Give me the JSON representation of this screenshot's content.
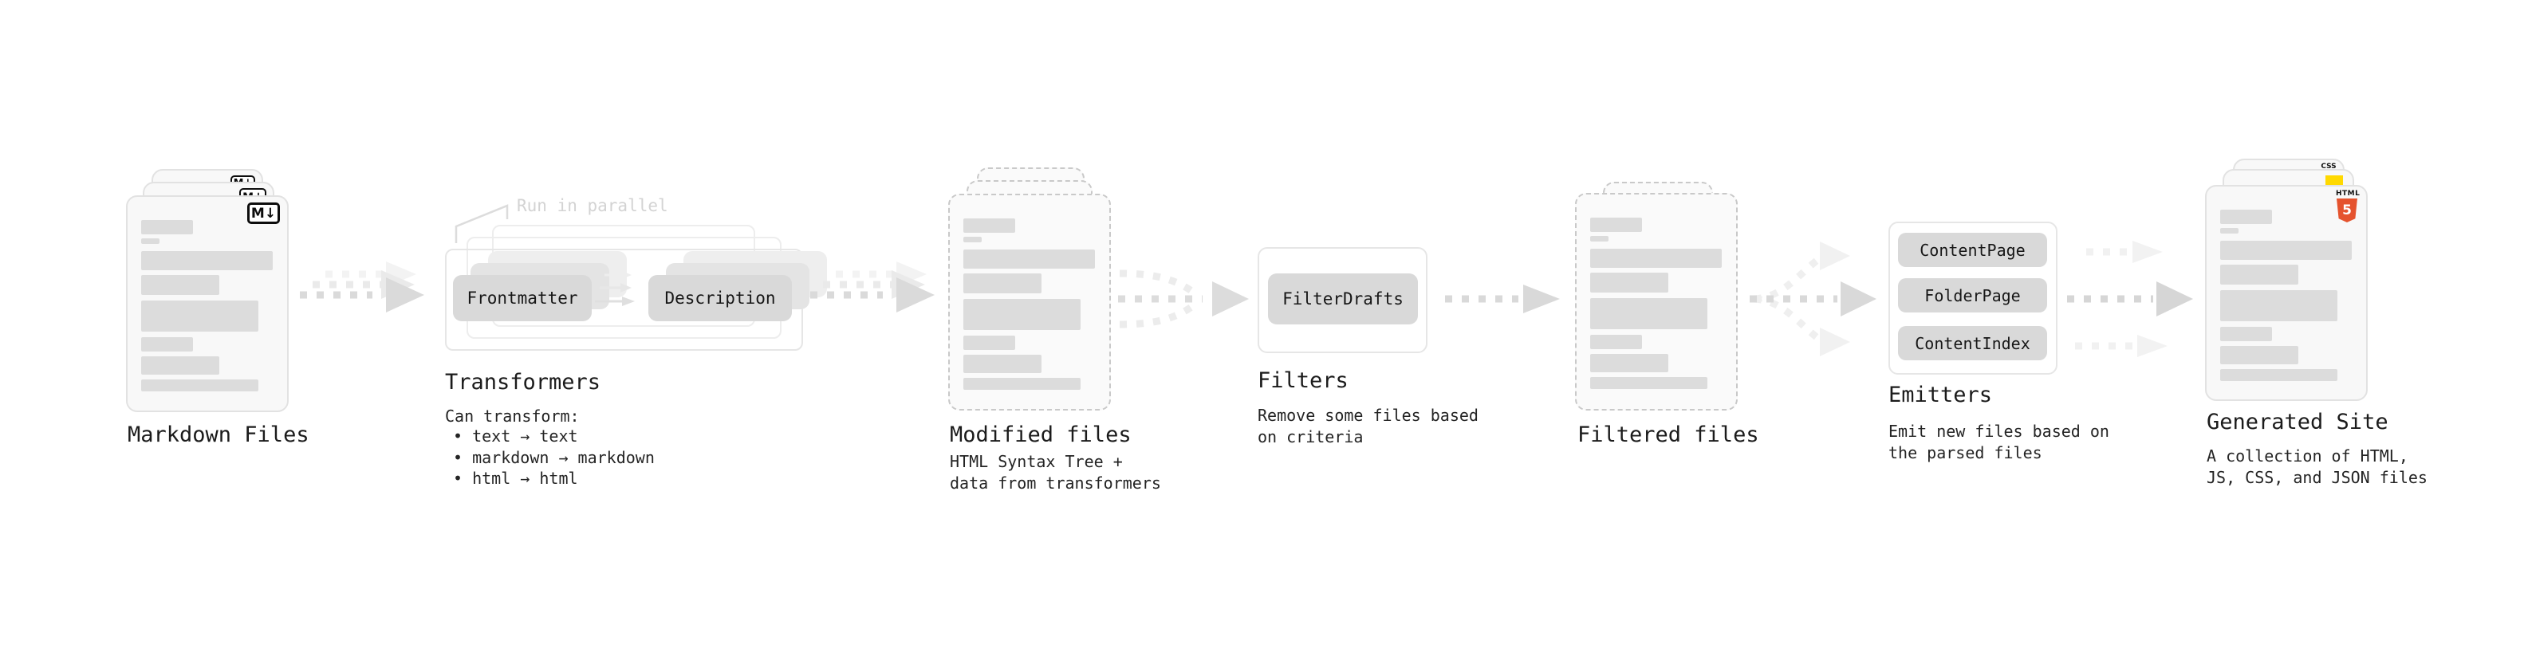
{
  "stages": {
    "markdown": {
      "title": "Markdown Files",
      "badge": "M↓"
    },
    "transformers": {
      "title": "Transformers",
      "annotation": "Run in parallel",
      "from_button": "Frontmatter",
      "to_button": "Description",
      "note": "Can transform:",
      "bullets": [
        "• text → text",
        "• markdown → markdown",
        "• html → html"
      ]
    },
    "modified": {
      "title": "Modified files",
      "desc": [
        "HTML Syntax Tree +",
        "data from transformers"
      ]
    },
    "filters": {
      "title": "Filters",
      "button": "FilterDrafts",
      "desc": [
        "Remove some files based",
        "on criteria"
      ]
    },
    "filtered": {
      "title": "Filtered files"
    },
    "emitters": {
      "title": "Emitters",
      "buttons": [
        "ContentPage",
        "FolderPage",
        "ContentIndex"
      ],
      "desc": [
        "Emit new files based on",
        "the parsed files"
      ]
    },
    "generated": {
      "title": "Generated Site",
      "css_badge": "CSS",
      "html_badge_label": "HTML",
      "html_badge_number": "5",
      "desc": [
        "A collection of HTML,",
        "JS, CSS, and JSON files"
      ]
    }
  },
  "colors": {
    "accent_css_blue": "#2c62f5",
    "accent_js_yellow": "#ffd900",
    "accent_html_orange": "#e5532e",
    "arrow_gray": "#d9d9d9",
    "card_bg": "#f8f8f8",
    "dashed_border": "#c9c9c9"
  }
}
